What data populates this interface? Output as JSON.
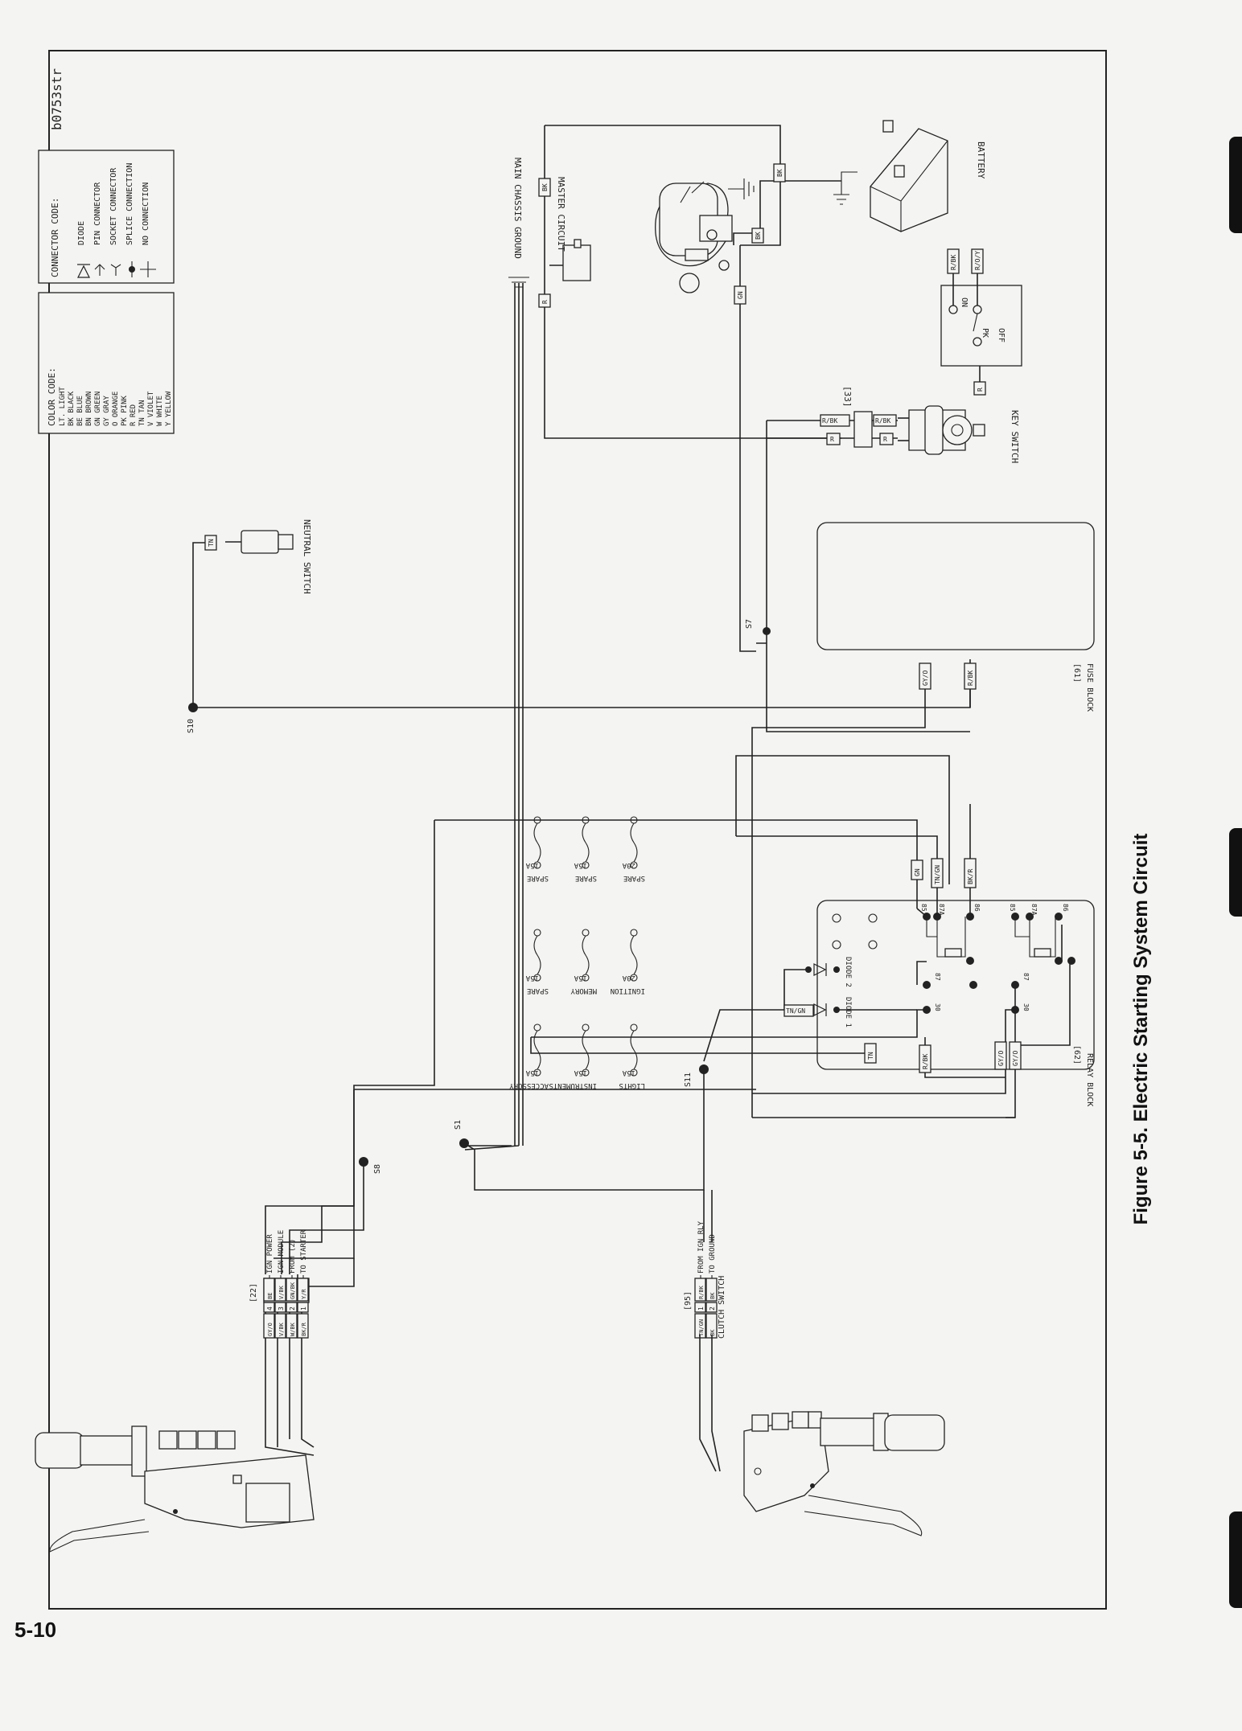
{
  "page_number": "5-10",
  "figure_caption": "Figure 5-5. Electric Starting System Circuit",
  "drawing_id": "b0753str",
  "connector_code": {
    "title": "CONNECTOR CODE:",
    "items": [
      "DIODE",
      "PIN CONNECTOR",
      "SOCKET CONNECTOR",
      "SPLICE CONNECTION",
      "NO CONNECTION"
    ]
  },
  "color_code": {
    "title": "COLOR CODE:",
    "items": [
      "LT. LIGHT",
      "BK BLACK",
      "BE BLUE",
      "BN BROWN",
      "GN GREEN",
      "GY GRAY",
      "O ORANGE",
      "PK PINK",
      "R RED",
      "TN TAN",
      "V VIOLET",
      "W WHITE",
      "Y YELLOW"
    ]
  },
  "components": {
    "battery": "BATTERY",
    "master_circuit": "MASTER CIRCUIT",
    "main_chassis_ground": "MAIN CHASSIS GROUND",
    "neutral_switch": "NEUTRAL SWITCH",
    "key_switch": "KEY SWITCH",
    "key_switch_positions": [
      "ON",
      "PK",
      "OFF"
    ],
    "key_switch_connector": "[33]",
    "fuse_block": "FUSE BLOCK",
    "fuse_block_connector": "[61]",
    "relay_block": "RELAY BLOCK",
    "relay_block_connector": "[62]",
    "clutch_switch": "CLUTCH SWITCH",
    "diode_1": "DIODE 1",
    "diode_2": "DIODE 2"
  },
  "fuses": [
    {
      "name": "ACCESSORY",
      "rating": "15A"
    },
    {
      "name": "SPARE",
      "rating": "15A"
    },
    {
      "name": "SPARE",
      "rating": "15A"
    },
    {
      "name": "INSTRUMENTS",
      "rating": "15A"
    },
    {
      "name": "MEMORY",
      "rating": "15A"
    },
    {
      "name": "SPARE",
      "rating": "15A"
    },
    {
      "name": "LIGHTS",
      "rating": "15A"
    },
    {
      "name": "IGNITION",
      "rating": "20A"
    },
    {
      "name": "SPARE",
      "rating": "20A"
    }
  ],
  "relay_pins": [
    "85",
    "87A",
    "86",
    "87",
    "30",
    "85",
    "87A",
    "86",
    "87",
    "30"
  ],
  "splices": [
    "S1",
    "S7",
    "S8",
    "S10",
    "S11"
  ],
  "wire_tags": {
    "master_top": "BK",
    "master_right": "BK",
    "battery_link": "BK",
    "starter_r": "R",
    "starter_gn": "GN",
    "key_r": "R",
    "key_rbk": "R/BK",
    "key_top_rbk": "R/BK",
    "key_top_roy": "R/O/Y",
    "key_bot": "R",
    "neutral_tag": "TN",
    "fuse_gyo": "GY/O",
    "fuse_rbk": "R/BK",
    "relay_gn": "GN",
    "relay_tngn": "TN/GN",
    "relay_bkr": "BK/R",
    "relay_tn": "TN",
    "relay_rbk": "R/BK",
    "relay_gyo": "GY/O",
    "relay_gyo2": "GY/O",
    "diode_tngn": "TN/GN"
  },
  "connector_22": {
    "id": "[22]",
    "left_tags": [
      "BE",
      "V/BK",
      "GN/BK",
      "Y/R"
    ],
    "pins": [
      "4",
      "3",
      "2",
      "1"
    ],
    "right_tags": [
      "GY/O",
      "V/BK",
      "W/BK",
      "BK/R"
    ],
    "labels": [
      "IGN POWER",
      "IGN MODULE",
      "FROM (2)",
      "TO STARTER"
    ]
  },
  "connector_95": {
    "id": "[95]",
    "left_tags": [
      "R/BK",
      "BK"
    ],
    "pins": [
      "1",
      "2"
    ],
    "right_tags": [
      "TN/GN",
      "BK"
    ],
    "labels": [
      "FROM IGN RLY",
      "TO GROUND"
    ]
  },
  "colors": {
    "ink": "#222222",
    "paper": "#f4f4f2"
  }
}
